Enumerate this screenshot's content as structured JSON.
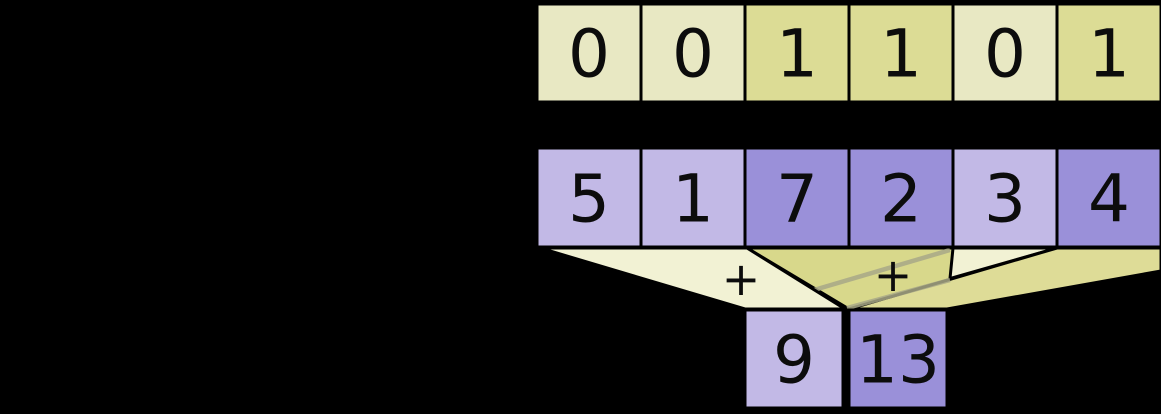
{
  "diagram": {
    "mask_row": {
      "values": [
        "0",
        "0",
        "1",
        "1",
        "0",
        "1"
      ]
    },
    "value_row": {
      "values": [
        "5",
        "1",
        "7",
        "2",
        "3",
        "4"
      ]
    },
    "result_row": {
      "values": [
        "9",
        "13"
      ]
    },
    "operator": "+"
  },
  "colors": {
    "background": "#000000",
    "mask_off_fill": "#e8e8c3",
    "mask_on_fill": "#dcdc95",
    "value_off_fill": "#c2b9e6",
    "value_on_fill": "#9a90d9",
    "funnel_light_fill": "#f2f2d4",
    "funnel_dark_fill": "#d8d88b",
    "funnel_dark2_fill": "#dedc97",
    "stripe": "#a8a887",
    "cell_border": "#000000",
    "digit": "#0c0c0c"
  }
}
